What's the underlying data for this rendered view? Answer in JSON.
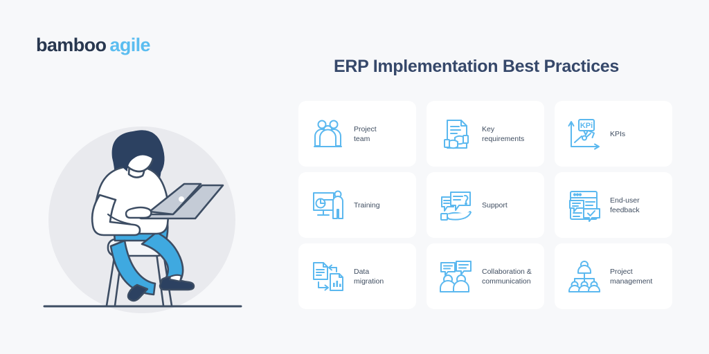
{
  "logo": {
    "part1": "bamboo",
    "part2": "agile"
  },
  "header": {
    "title": "ERP Implementation Best Practices"
  },
  "illustration": {
    "name": "woman-sitting-on-stool-with-laptop",
    "circle_color": "#e9eaee",
    "ground_line_color": "#3d4d63",
    "hair_color": "#2c4161",
    "shirt_color": "#ffffff",
    "jeans_color": "#3fa9e0",
    "laptop_color": "#c4cbd6"
  },
  "colors": {
    "page_background": "#f7f8fa",
    "card_background": "#ffffff",
    "icon_accent": "#5bb8ef",
    "title": "#36486a",
    "label": "#3f4d60",
    "logo_dark": "#28374f",
    "logo_light": "#5bbdf0"
  },
  "cards": [
    {
      "icon": "project-team-icon",
      "label_line1": "Project",
      "label_line2": "team"
    },
    {
      "icon": "key-requirements-icon",
      "label_line1": "Key",
      "label_line2": "requirements"
    },
    {
      "icon": "kpi-chart-icon",
      "label_line1": "KPIs",
      "label_line2": ""
    },
    {
      "icon": "training-presentation-icon",
      "label_line1": "Training",
      "label_line2": ""
    },
    {
      "icon": "support-hand-icon",
      "label_line1": "Support",
      "label_line2": ""
    },
    {
      "icon": "end-user-feedback-icon",
      "label_line1": "End-user",
      "label_line2": "feedback"
    },
    {
      "icon": "data-migration-icon",
      "label_line1": "Data",
      "label_line2": "migration"
    },
    {
      "icon": "collaboration-icon",
      "label_line1": "Collaboration &",
      "label_line2": "communication"
    },
    {
      "icon": "project-management-icon",
      "label_line1": "Project",
      "label_line2": "management"
    }
  ],
  "kpi_icon_text": "KPi"
}
